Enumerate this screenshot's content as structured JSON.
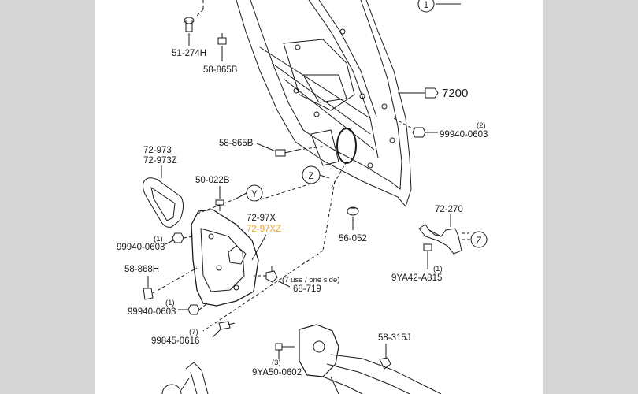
{
  "diagram": {
    "labels": {
      "p51_274H": "51-274H",
      "p58_865B_top": "58-865B",
      "p7200": "7200",
      "qty_2": "(2)",
      "p99940_0603_right": "99940-0603",
      "p58_865B_mid": "58-865B",
      "p72_973": "72-973",
      "p72_973Z": "72-973Z",
      "p50_022B": "50-022B",
      "p72_97X": "72-97X",
      "p72_97XZ": "72-97XZ",
      "qty_1_a": "(1)",
      "p99940_0603_a": "99940-0603",
      "p58_868H": "58-868H",
      "note_7use": "(7 use / one side)",
      "p68_719": "68-719",
      "qty_1_b": "(1)",
      "p99940_0603_b": "99940-0603",
      "qty_7": "(7)",
      "p99845_0616": "99845-0616",
      "p56_052": "56-052",
      "p72_270": "72-270",
      "qty_1_c": "(1)",
      "p9YA42_A815": "9YA42-A815",
      "p58_315J": "58-315J",
      "qty_3": "(3)",
      "p9YA50_0602": "9YA50-0602"
    },
    "callouts": {
      "circle_1": "1",
      "circle_Y": "Y",
      "circle_Z_left": "Z",
      "circle_Z_right": "Z"
    },
    "colors": {
      "background": "#d6d6d6",
      "panel": "#ffffff",
      "line": "#1a1a1a",
      "highlight": "#e8a235"
    }
  }
}
